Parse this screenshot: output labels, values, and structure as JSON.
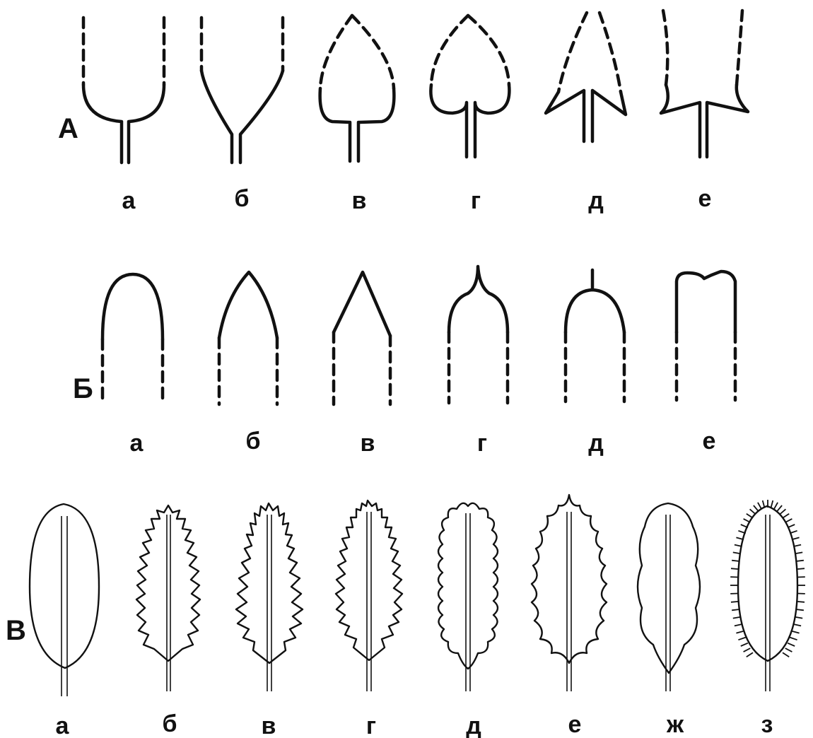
{
  "rows": {
    "A": {
      "label": "А",
      "items": [
        "а",
        "б",
        "в",
        "г",
        "д",
        "е"
      ]
    },
    "B": {
      "label": "Б",
      "items": [
        "а",
        "б",
        "в",
        "г",
        "д",
        "е"
      ]
    },
    "C": {
      "label": "В",
      "items": [
        "а",
        "б",
        "в",
        "г",
        "д",
        "е",
        "ж",
        "з"
      ]
    }
  }
}
